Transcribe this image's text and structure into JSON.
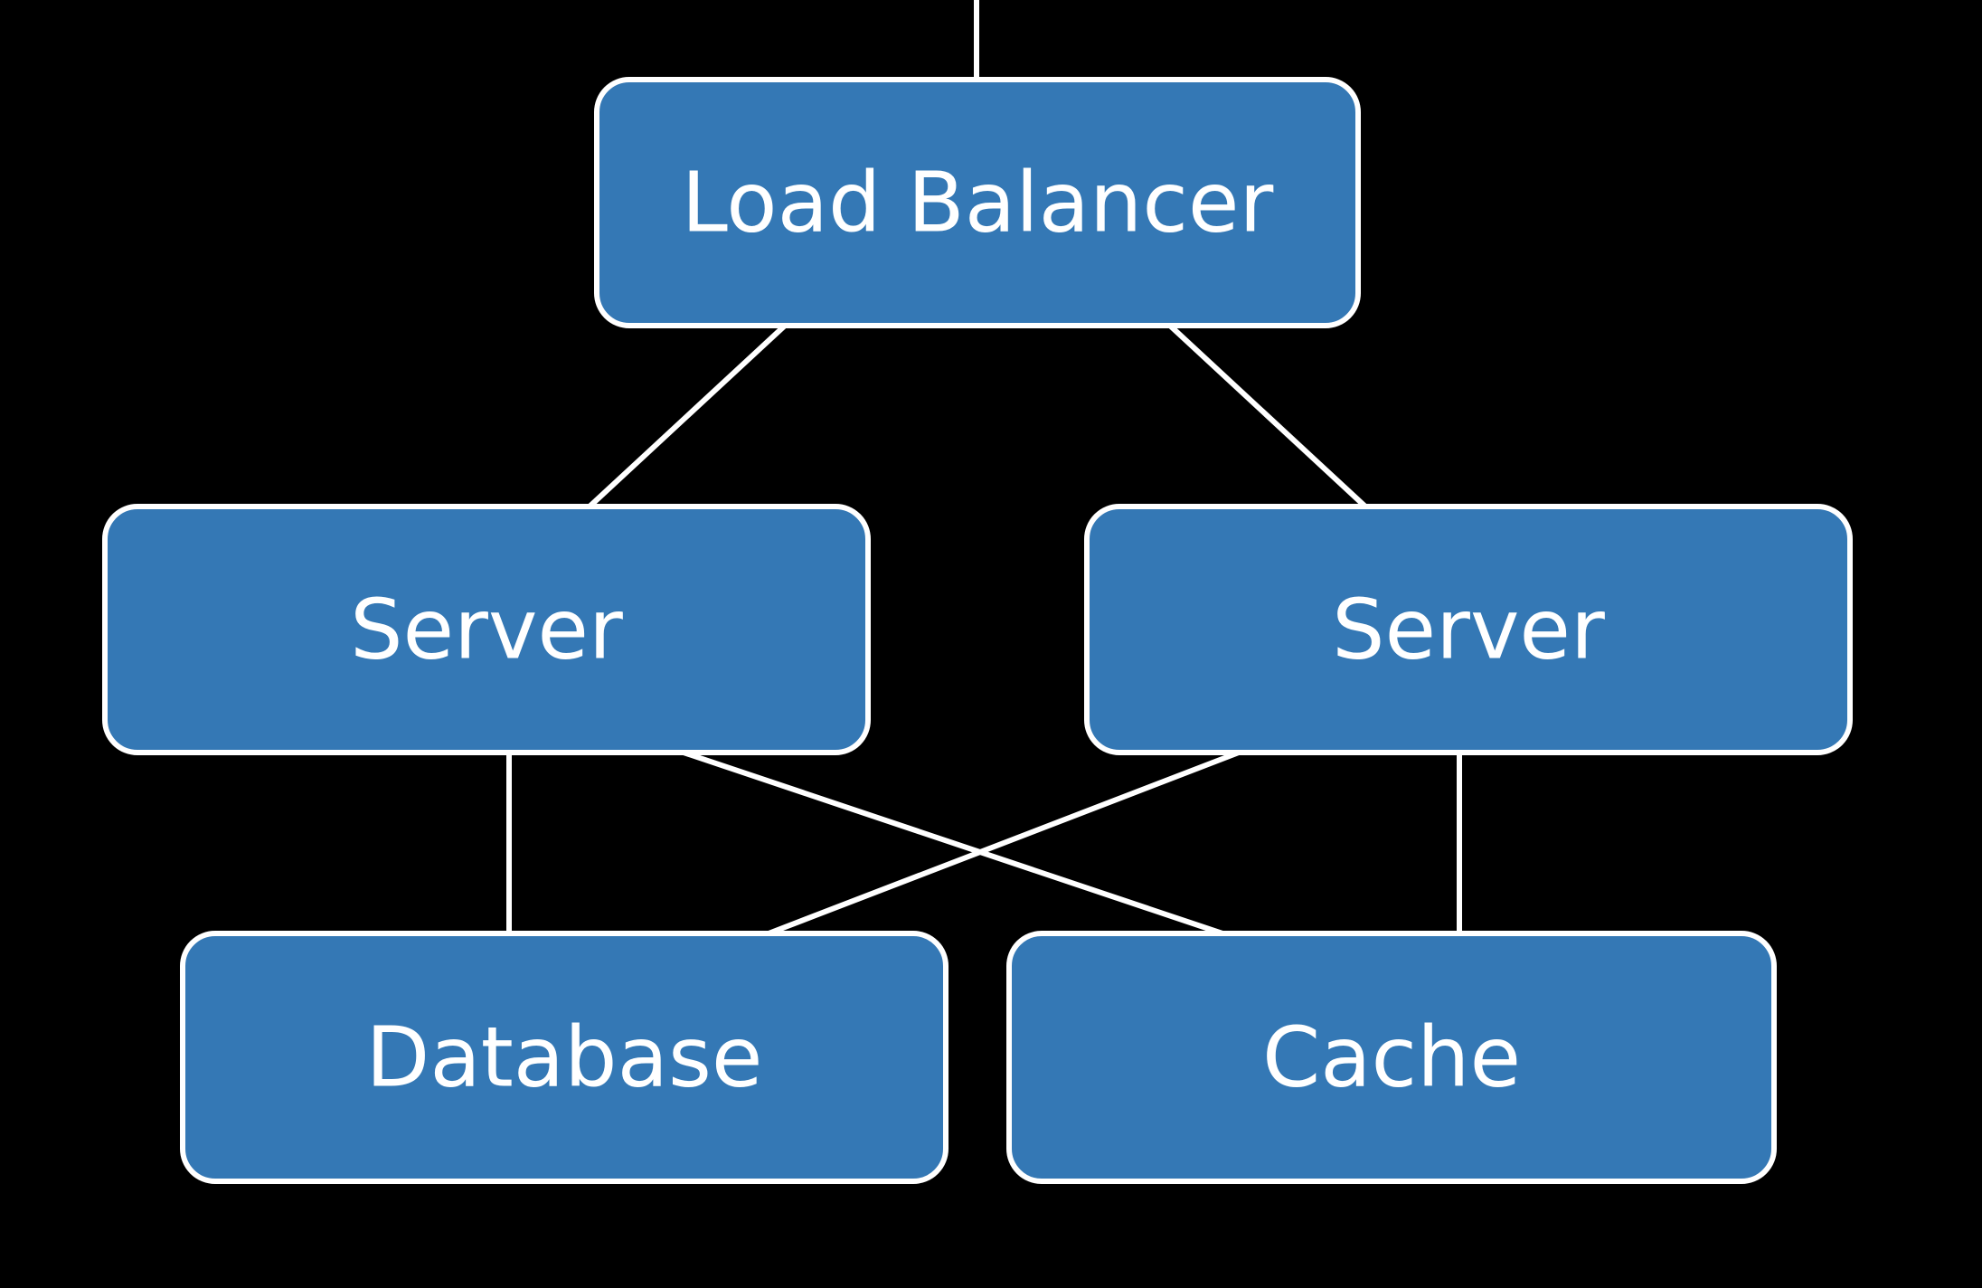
{
  "colors": {
    "background": "#000000",
    "node_fill": "#3478b5",
    "node_stroke": "#ffffff",
    "edge": "#ffffff",
    "text": "#ffffff"
  },
  "nodes": {
    "load_balancer": {
      "label": "Load Balancer"
    },
    "server_left": {
      "label": "Server"
    },
    "server_right": {
      "label": "Server"
    },
    "database": {
      "label": "Database"
    },
    "cache": {
      "label": "Cache"
    }
  },
  "edges": [
    {
      "from": "incoming",
      "to": "load_balancer"
    },
    {
      "from": "load_balancer",
      "to": "server_left"
    },
    {
      "from": "load_balancer",
      "to": "server_right"
    },
    {
      "from": "server_left",
      "to": "database"
    },
    {
      "from": "server_left",
      "to": "cache"
    },
    {
      "from": "server_right",
      "to": "database"
    },
    {
      "from": "server_right",
      "to": "cache"
    }
  ]
}
